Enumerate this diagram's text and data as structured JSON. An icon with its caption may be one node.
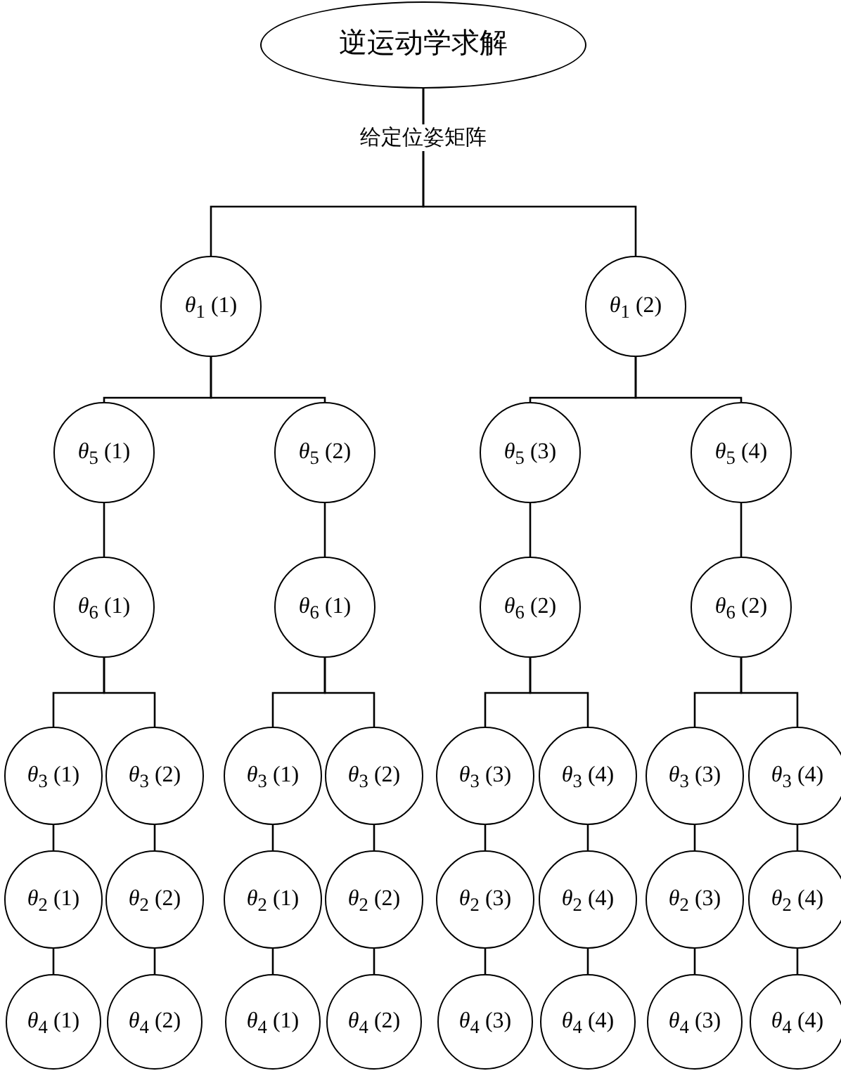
{
  "diagram": {
    "nodes": [
      {
        "text": [
          "逆运动学求解"
        ]
      },
      {
        "text": [
          "*θ*$_{1}$ (1)"
        ]
      },
      {
        "text": [
          "*θ*$_{1}$ (2)"
        ]
      },
      {
        "text": [
          "*θ*$_{5}$ (1)"
        ]
      },
      {
        "text": [
          "*θ*$_{5}$ (2)"
        ]
      },
      {
        "text": [
          "*θ*$_{5}$ (3)"
        ]
      },
      {
        "text": [
          "*θ*$_{5}$ (4)"
        ]
      },
      {
        "text": [
          "*θ*$_{6}$ (1)"
        ]
      },
      {
        "text": [
          "*θ*$_{6}$ (1)"
        ]
      },
      {
        "text": [
          "*θ*$_{6}$ (2)"
        ]
      },
      {
        "text": [
          "*θ*$_{6}$ (2)"
        ]
      },
      {
        "text": [
          "*θ*$_{3}$ (1)"
        ]
      },
      {
        "text": [
          "*θ*$_{3}$ (2)"
        ]
      },
      {
        "text": [
          "*θ*$_{3}$ (1)"
        ]
      },
      {
        "text": [
          "*θ*$_{3}$ (2)"
        ]
      },
      {
        "text": [
          "*θ*$_{3}$ (3)"
        ]
      },
      {
        "text": [
          "*θ*$_{3}$ (4)"
        ]
      },
      {
        "text": [
          "*θ*$_{3}$ (3)"
        ]
      },
      {
        "text": [
          "*θ*$_{3}$ (4)"
        ]
      },
      {
        "text": [
          "*θ*$_{2}$ (1)"
        ]
      },
      {
        "text": [
          "*θ*$_{2}$ (2)"
        ]
      },
      {
        "text": [
          "*θ*$_{2}$ (1)"
        ]
      },
      {
        "text": [
          "*θ*$_{2}$ (2)"
        ]
      },
      {
        "text": [
          "*θ*$_{2}$ (3)"
        ]
      },
      {
        "text": [
          "*θ*$_{2}$ (4)"
        ]
      },
      {
        "text": [
          "*θ*$_{2}$ (3)"
        ]
      },
      {
        "text": [
          "*θ*$_{2}$ (4)"
        ]
      },
      {
        "text": [
          "*θ*$_{4}$ (1)"
        ]
      },
      {
        "text": [
          "*θ*$_{4}$ (2)"
        ]
      },
      {
        "text": [
          "*θ*$_{4}$ (1)"
        ]
      },
      {
        "text": [
          "*θ*$_{4}$ (2)"
        ]
      },
      {
        "text": [
          "*θ*$_{4}$ (3)"
        ]
      },
      {
        "text": [
          "*θ*$_{4}$ (4)"
        ]
      },
      {
        "text": [
          "*θ*$_{4}$ (3)"
        ]
      },
      {
        "text": [
          "*θ*$_{4}$ (4)"
        ]
      }
    ],
    "edges": [
      {
        "from": 0,
        "to": 1,
        "arrow": "none"
      },
      {
        "from": 0,
        "to": 2,
        "arrow": "none"
      },
      {
        "from": 1,
        "to": 3,
        "arrow": "none"
      },
      {
        "from": 1,
        "to": 4,
        "arrow": "none"
      },
      {
        "from": 2,
        "to": 5,
        "arrow": "none"
      },
      {
        "from": 2,
        "to": 6,
        "arrow": "none"
      },
      {
        "from": 3,
        "to": 7,
        "arrow": "none"
      },
      {
        "from": 4,
        "to": 8,
        "arrow": "none"
      },
      {
        "from": 5,
        "to": 9,
        "arrow": "none"
      },
      {
        "from": 6,
        "to": 10,
        "arrow": "none"
      },
      {
        "from": 7,
        "to": 11,
        "arrow": "none"
      },
      {
        "from": 7,
        "to": 12,
        "arrow": "none"
      },
      {
        "from": 8,
        "to": 13,
        "arrow": "none"
      },
      {
        "from": 8,
        "to": 14,
        "arrow": "none"
      },
      {
        "from": 9,
        "to": 15,
        "arrow": "none"
      },
      {
        "from": 9,
        "to": 16,
        "arrow": "none"
      },
      {
        "from": 10,
        "to": 17,
        "arrow": "none"
      },
      {
        "from": 10,
        "to": 18,
        "arrow": "none"
      },
      {
        "from": 11,
        "to": 19,
        "arrow": "none"
      },
      {
        "from": 12,
        "to": 20,
        "arrow": "none"
      },
      {
        "from": 13,
        "to": 21,
        "arrow": "none"
      },
      {
        "from": 14,
        "to": 22,
        "arrow": "none"
      },
      {
        "from": 15,
        "to": 23,
        "arrow": "none"
      },
      {
        "from": 16,
        "to": 24,
        "arrow": "none"
      },
      {
        "from": 17,
        "to": 25,
        "arrow": "none"
      },
      {
        "from": 18,
        "to": 26,
        "arrow": "none"
      },
      {
        "from": 19,
        "to": 27,
        "arrow": "none"
      },
      {
        "from": 20,
        "to": 28,
        "arrow": "none"
      },
      {
        "from": 21,
        "to": 29,
        "arrow": "none"
      },
      {
        "from": 22,
        "to": 30,
        "arrow": "none"
      },
      {
        "from": 23,
        "to": 31,
        "arrow": "none"
      },
      {
        "from": 24,
        "to": 32,
        "arrow": "none"
      },
      {
        "from": 25,
        "to": 33,
        "arrow": "none"
      },
      {
        "from": 26,
        "to": 34,
        "arrow": "none"
      }
    ],
    "labels": [
      "给定位姿矩阵"
    ]
  }
}
